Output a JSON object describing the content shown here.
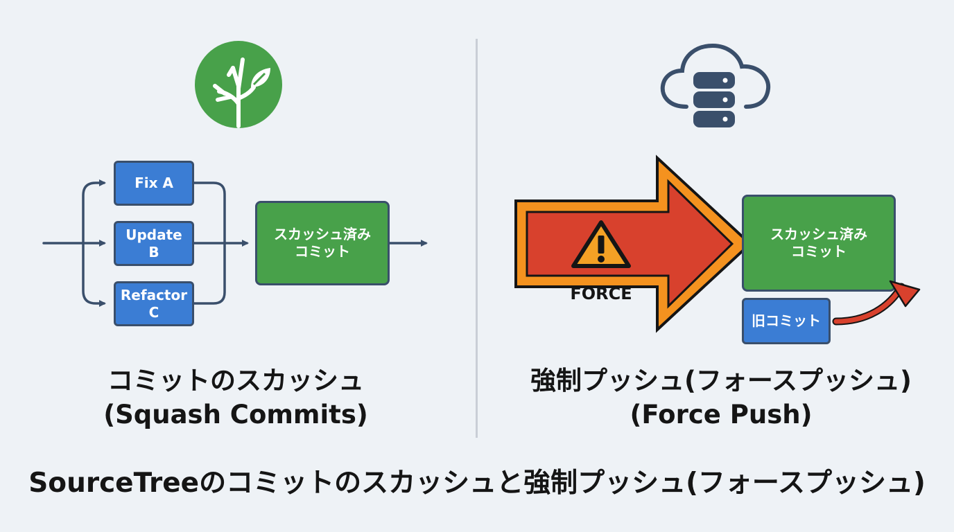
{
  "left_panel": {
    "icon": "sourcetree-logo-icon",
    "commits": [
      "Fix A",
      "Update\nB",
      "Refactor\nC"
    ],
    "squashed": "スカッシュ済み\nコミット",
    "title_ja": "コミットのスカッシュ",
    "title_en": "(Squash Commits)"
  },
  "right_panel": {
    "icon": "cloud-database-icon",
    "arrow_label": "FORCE",
    "squashed": "スカッシュ済み\nコミット",
    "old_commit": "旧コミット",
    "title_ja": "強制プッシュ(フォースプッシュ)",
    "title_en": "(Force Push)"
  },
  "footer": "SourceTreeのコミットのスカッシュと強制プッシュ(フォースプッシュ)",
  "colors": {
    "commit_blue": "#3b7dd4",
    "squash_green": "#48a14a",
    "force_red": "#d8412d",
    "force_orange": "#f4921f",
    "warning_yellow": "#f4a125",
    "connector": "#3a4f6b"
  }
}
